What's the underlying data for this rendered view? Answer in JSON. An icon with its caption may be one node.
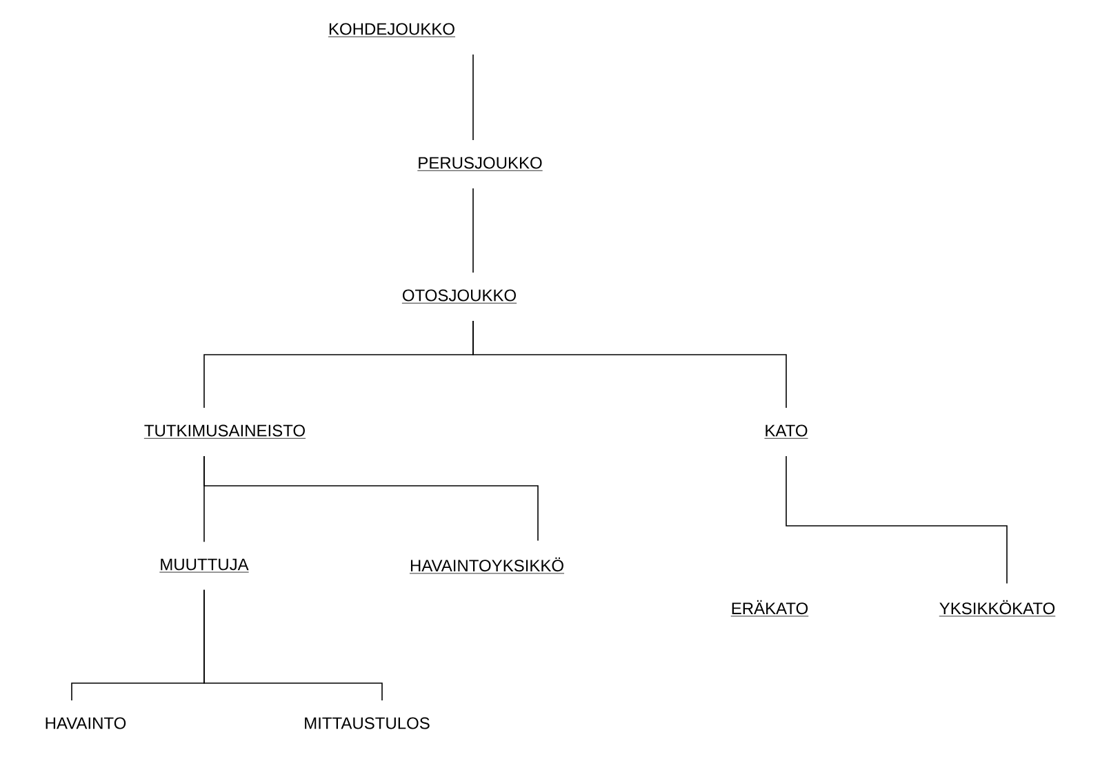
{
  "diagram": {
    "nodes": [
      {
        "text": [
          "KOHDEJOUKKO"
        ]
      },
      {
        "text": [
          "PERUSJOUKKO"
        ]
      },
      {
        "text": [
          "OTOSJOUKKO"
        ]
      },
      {
        "text": [
          "TUTKIMUSAINEISTO"
        ]
      },
      {
        "text": [
          "KATO"
        ]
      },
      {
        "text": [
          "MUUTTUJA"
        ]
      },
      {
        "text": [
          "HAVAINTOYKSIKKÖ"
        ]
      },
      {
        "text": [
          "ERÄKATO"
        ]
      },
      {
        "text": [
          "YKSIKKÖKATO"
        ]
      },
      {
        "text": [
          "HAVAINTO"
        ]
      },
      {
        "text": [
          "MITTAUSTULOS"
        ]
      }
    ],
    "edges": [
      {
        "from": 0,
        "to": 1,
        "arrow": "none"
      },
      {
        "from": 1,
        "to": 2,
        "arrow": "none"
      },
      {
        "from": 2,
        "to": 3,
        "arrow": "none"
      },
      {
        "from": 2,
        "to": 4,
        "arrow": "none"
      },
      {
        "from": 3,
        "to": 5,
        "arrow": "none"
      },
      {
        "from": 3,
        "to": 6,
        "arrow": "none"
      },
      {
        "from": 4,
        "to": 8,
        "arrow": "none"
      },
      {
        "from": 5,
        "to": 9,
        "arrow": "none"
      },
      {
        "from": 5,
        "to": 10,
        "arrow": "none"
      }
    ]
  }
}
